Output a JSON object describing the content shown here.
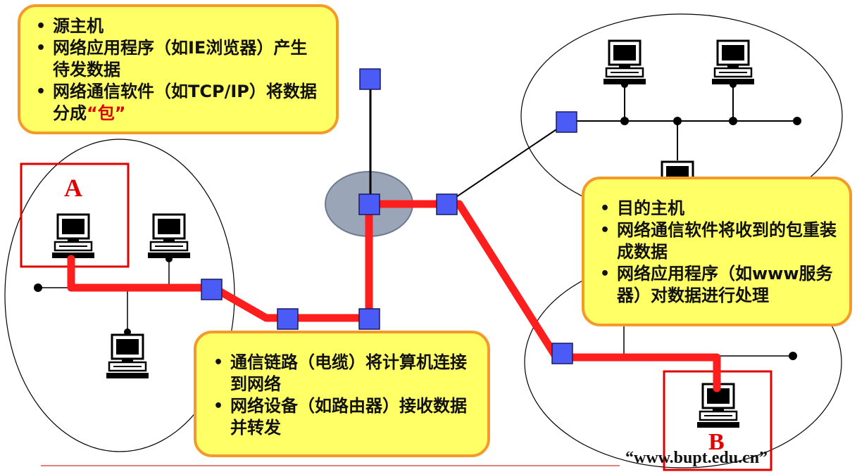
{
  "labels": {
    "host_a": "A",
    "host_b": "B",
    "url": "“www.bupt.edu.cn”"
  },
  "callouts": {
    "source": {
      "items": [
        "源主机",
        "网络应用程序（如IE浏览器）产生待发数据"
      ],
      "item3_prefix": "网络通信软件（如TCP/IP）将数据分成",
      "item3_highlight": "“包”"
    },
    "network": {
      "items": [
        "通信链路（电缆）将计算机连接到网络",
        "网络设备（如路由器）接收数据并转发"
      ]
    },
    "destination": {
      "items": [
        "目的主机",
        "网络通信软件将收到的包重装成数据",
        "网络应用程序（如www服务器）对数据进行处理"
      ]
    }
  },
  "colors": {
    "callout_fill": "#FFFF66",
    "callout_border": "#F39A2B",
    "path_red": "#FF1E1E",
    "router_blue": "#4A5CF5",
    "cloud_gray": "#9AA5B8",
    "label_red": "#E00000"
  },
  "icons": {
    "computer": "desktop-computer-icon",
    "router": "router-square-icon"
  }
}
